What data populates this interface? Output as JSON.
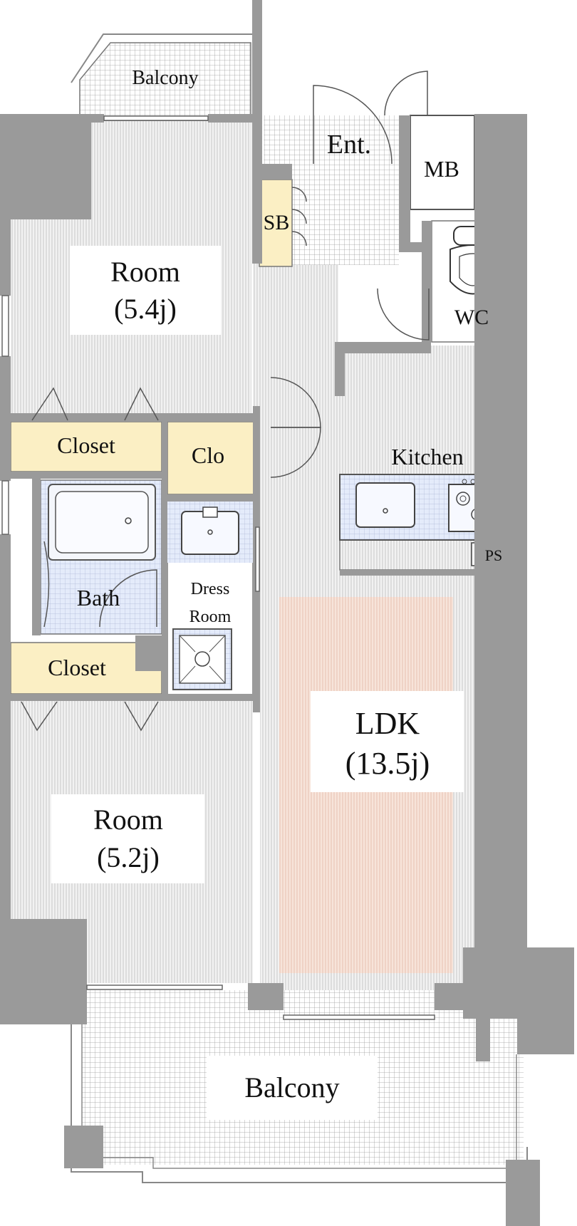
{
  "rooms": {
    "balcony_north": "Balcony",
    "entrance": "Ent.",
    "meter_box": "MB",
    "shoe_box": "SB",
    "wc": "WC",
    "room_north_name": "Room",
    "room_north_size": "(5.4j)",
    "closet_north": "Closet",
    "clo": "Clo",
    "kitchen": "Kitchen",
    "pipe_space": "PS",
    "bath": "Bath",
    "dress_room_line1": "Dress",
    "dress_room_line2": "Room",
    "closet_south": "Closet",
    "ldk_name": "LDK",
    "ldk_size": "(13.5j)",
    "room_south_name": "Room",
    "room_south_size": "(5.2j)",
    "balcony_south": "Balcony"
  },
  "colors": {
    "wall": "#9a9a9a",
    "floor": "#ebebeb",
    "storage": "#fbefc4",
    "wet_area": "#dfe6f7",
    "rug": "#f6ddd2"
  }
}
